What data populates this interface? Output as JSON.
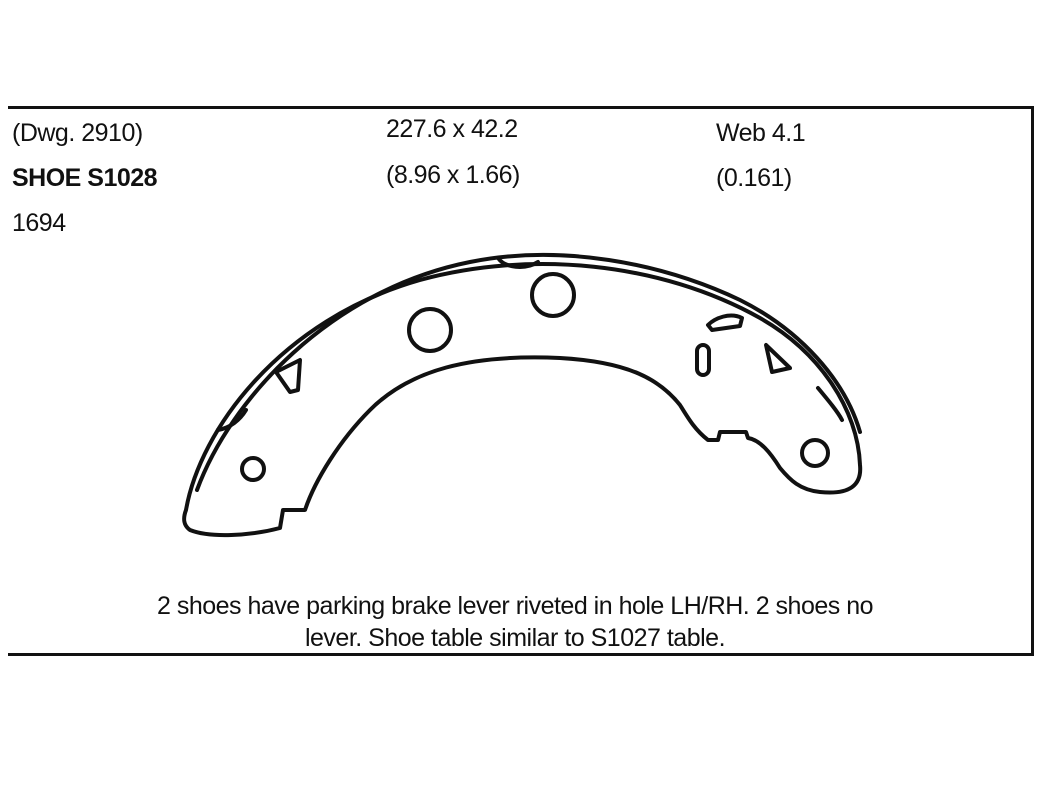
{
  "header": {
    "drawing_ref": "(Dwg. 2910)",
    "part_name": "SHOE S1028",
    "part_number": "1694",
    "dimensions_mm": "227.6 x 42.2",
    "dimensions_in": "(8.96 x 1.66)",
    "web_mm": "Web 4.1",
    "web_in": "(0.161)"
  },
  "note": {
    "line1": "2 shoes have parking brake lever riveted in hole LH/RH. 2 shoes no",
    "line2": "lever. Shoe table similar to S1027 table."
  }
}
